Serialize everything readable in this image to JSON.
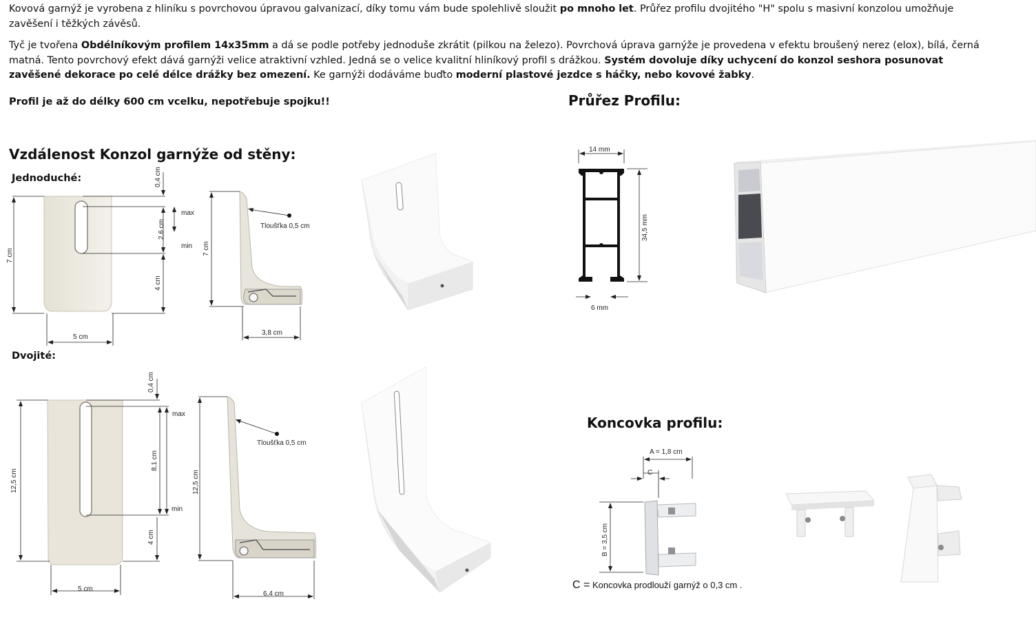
{
  "intro": {
    "p1": [
      {
        "t": "Kovová garnýž je vyrobena z hliníku s povrchovou úpravou galvanizací, díky tomu vám bude spolehlivě sloužit ",
        "b": false
      },
      {
        "t": "po mnoho let",
        "b": true
      },
      {
        "t": ". Průřez profilu dvojitého \"H\" spolu s masivní konzolou umožňuje zavěšení i těžkých závěsů.",
        "b": false
      }
    ],
    "p2": [
      {
        "t": " Tyč je tvořena ",
        "b": false
      },
      {
        "t": "Obdélníkovým profilem 14x35mm",
        "b": true
      },
      {
        "t": " a dá se podle potřeby jednoduše zkrátit (pilkou na železo). Povrchová úprava garnýže je provedena v efektu broušený nerez (elox), bílá, černá matná. Tento povrchový efekt dává garnýži velice atraktivní vzhled. Jedná se o velice kvalitní hliníkový profil s drážkou. ",
        "b": false
      },
      {
        "t": "Systém dovoluje díky uchycení do konzol seshora posunovat zavěšené dekorace po celé délce drážky bez omezení.",
        "b": true
      },
      {
        "t": " Ke garnýži dodáváme buďto ",
        "b": false
      },
      {
        "t": "moderní plastové jezdce s háčky, nebo kovové žabky",
        "b": true
      },
      {
        "t": ".",
        "b": false
      }
    ],
    "length_note": "Profil je až do délky 600 cm vcelku, nepotřebuje spojku!!"
  },
  "sections": {
    "brackets_title": "Vzdálenost Konzol garnýže od stěny:",
    "single": "Jednoduché:",
    "double": "Dvojité:",
    "profile_title": "Průřez Profilu:",
    "endcap_title": "Koncovka profilu:"
  },
  "single_dims": {
    "top": "0,4 cm",
    "slot": "2,6 cm",
    "max": "max",
    "min": "min",
    "bottom": "4 cm",
    "height": "7 cm",
    "width": "5 cm",
    "side_height": "7 cm",
    "thickness": "Tloušťka 0,5 cm",
    "depth": "3,8 cm"
  },
  "double_dims": {
    "top": "0,4 cm",
    "slot": "8,1 cm",
    "max": "max",
    "min": "min",
    "bottom": "4 cm",
    "height": "12,5 cm",
    "width": "5 cm",
    "side_height": "12,5 cm",
    "thickness": "Tloušťka 0,5 cm",
    "depth": "6,4 cm"
  },
  "profile_dims": {
    "width": "14 mm",
    "height": "34,5 mm",
    "gap": "6 mm"
  },
  "endcap_dims": {
    "a": "A = 1,8 cm",
    "c": "C",
    "b": "B = 3,5 cm",
    "note_c": "C =",
    "note_rest": "Koncovka prodlouží garnýž o 0,3 cm ."
  }
}
